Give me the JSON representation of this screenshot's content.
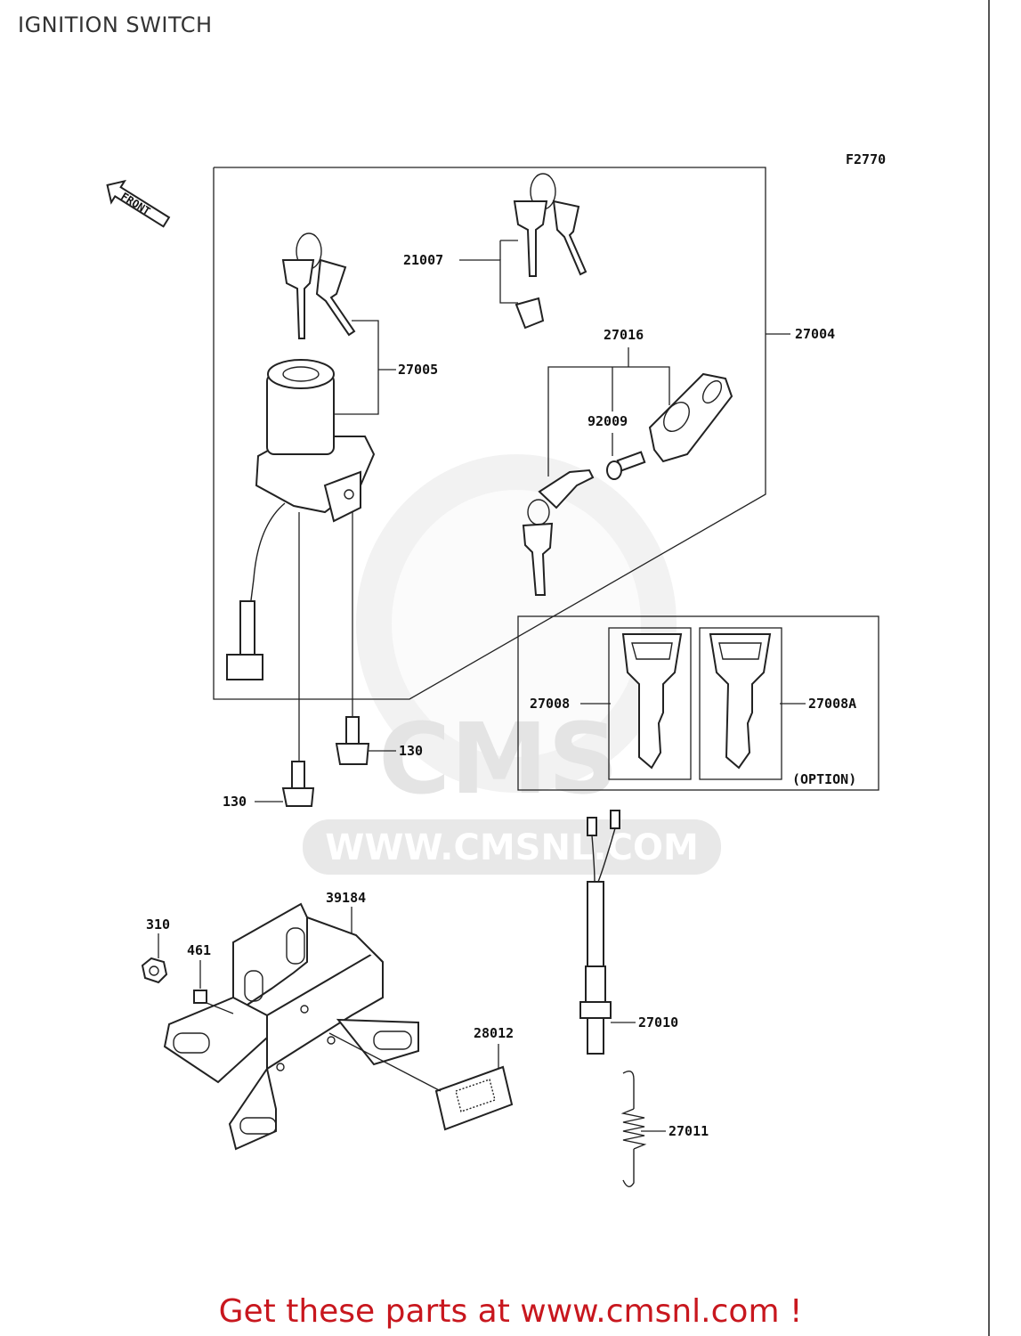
{
  "page": {
    "title": "IGNITION SWITCH",
    "promo_text": "Get these parts at www.cmsnl.com !"
  },
  "diagram": {
    "figure_code": "F2770",
    "front_label": "FRONT",
    "option_label": "(OPTION)",
    "watermark": {
      "brand": "CMS",
      "url": "WWW.CMSNL.COM"
    },
    "callouts": {
      "c21007": "21007",
      "c27005": "27005",
      "c27004": "27004",
      "c27016": "27016",
      "c92009": "92009",
      "c27008": "27008",
      "c27008a": "27008A",
      "c130a": "130",
      "c130b": "130",
      "c310": "310",
      "c461": "461",
      "c39184": "39184",
      "c28012": "28012",
      "c27010": "27010",
      "c27011": "27011"
    }
  },
  "colors": {
    "promo": "#c8171e",
    "line": "#222222",
    "watermark": "#e4e4e4"
  }
}
